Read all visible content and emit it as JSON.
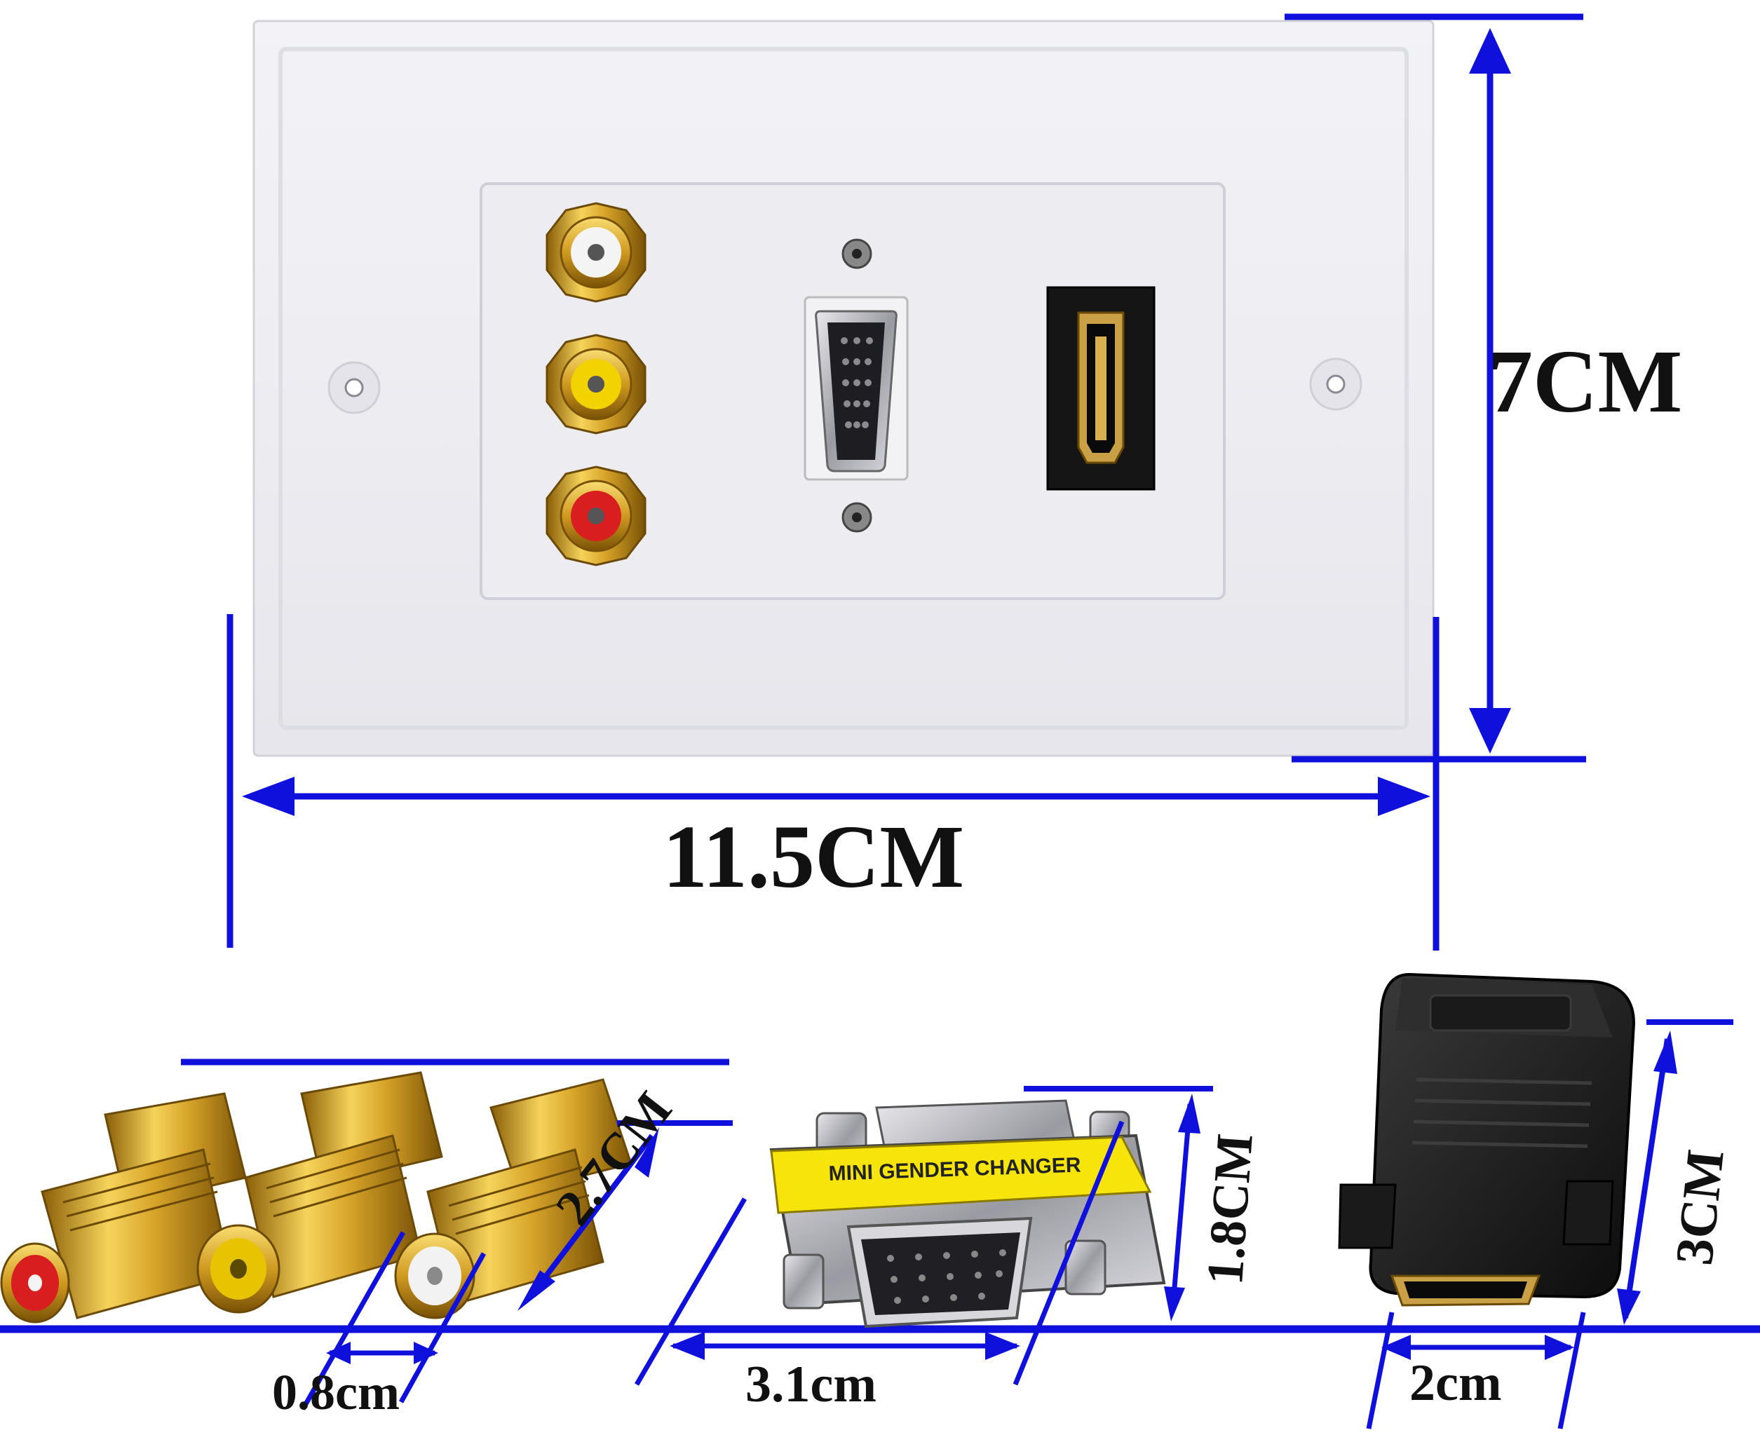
{
  "plate": {
    "width_label": "11.5CM",
    "height_label": "7CM"
  },
  "rca_coupler": {
    "length_label": "2.7CM",
    "gap_label": "0.8cm",
    "jack_colors": [
      "#d81e1e",
      "#e8c400",
      "#f2f2f2"
    ]
  },
  "vga_gender_changer": {
    "print_text": "MINI GENDER CHANGER",
    "width_label": "3.1cm",
    "height_label": "1.8CM"
  },
  "hdmi_coupler": {
    "width_label": "2cm",
    "height_label": "3CM"
  },
  "colors": {
    "dimension_line": "#1010dd",
    "gold": "#d6a928",
    "plate": "#eeeef3"
  }
}
